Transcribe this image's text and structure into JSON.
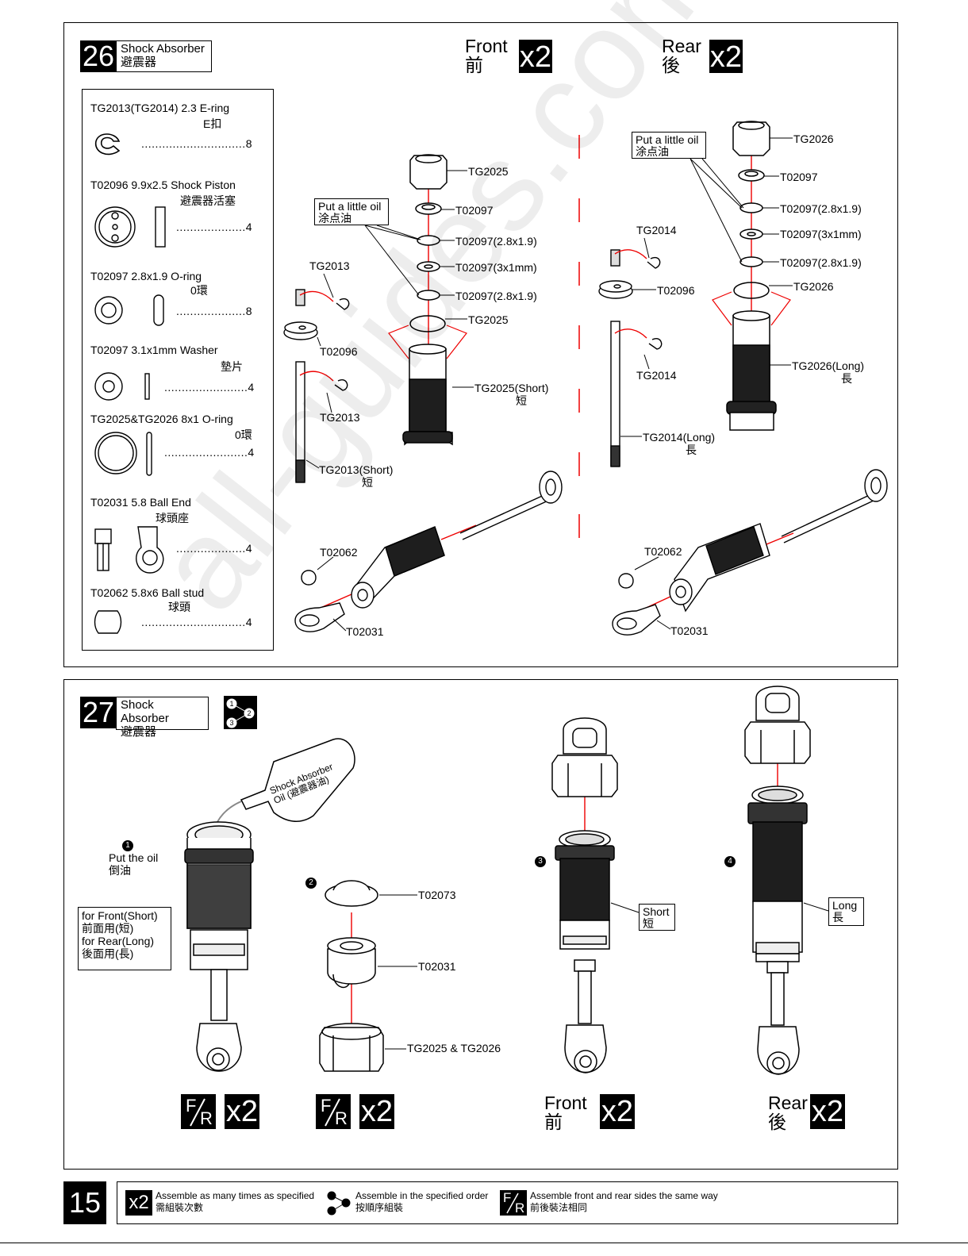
{
  "step26": {
    "number": "26",
    "title_en": "Shock Absorber",
    "title_cn": "避震器",
    "front_en": "Front",
    "front_cn": "前",
    "front_qty": "x2",
    "rear_en": "Rear",
    "rear_cn": "後",
    "rear_qty": "x2",
    "parts": [
      {
        "name": "TG2013(TG2014)  2.3 E-ring",
        "cn": "E扣",
        "dots": "..............................8"
      },
      {
        "name": "T02096  9.9x2.5 Shock Piston",
        "cn": "避震器活塞",
        "dots": "....................4"
      },
      {
        "name": "T02097  2.8x1.9 O-ring",
        "cn": "0環",
        "dots": "....................8"
      },
      {
        "name": "T02097  3.1x1mm  Washer",
        "cn": "墊片",
        "dots": "........................4"
      },
      {
        "name": "TG2025&TG2026  8x1 O-ring",
        "cn": "0環",
        "dots": "........................4"
      },
      {
        "name": "T02031  5.8 Ball End",
        "cn": "球頭座",
        "dots": "....................4"
      },
      {
        "name": "T02062  5.8x6 Ball stud",
        "cn": "球頭",
        "dots": "..............................4"
      }
    ],
    "front_labels": {
      "cap": "TG2025",
      "washer": "T02097",
      "oring1": "T02097(2.8x1.9)",
      "washer2": "T02097(3x1mm)",
      "oring2": "T02097(2.8x1.9)",
      "oring_big": "TG2025",
      "body": "TG2025(Short)",
      "body_cn": "短",
      "eclip_top": "TG2013",
      "piston": "T02096",
      "eclip_bottom": "TG2013",
      "shaft": "TG2013(Short)",
      "shaft_cn": "短",
      "oil_en": "Put a little oil",
      "oil_cn": "涂点油",
      "ballstud": "T02062",
      "ballend": "T02031"
    },
    "rear_labels": {
      "cap": "TG2026",
      "washer": "T02097",
      "oring1": "T02097(2.8x1.9)",
      "washer2": "T02097(3x1mm)",
      "oring2": "T02097(2.8x1.9)",
      "oring_big": "TG2026",
      "body": "TG2026(Long)",
      "body_cn": "長",
      "eclip_top": "TG2014",
      "piston": "T02096",
      "eclip_bottom": "TG2014",
      "shaft": "TG2014(Long)",
      "shaft_cn": "長",
      "oil_en": "Put a little oil",
      "oil_cn": "涂点油",
      "ballstud": "T02062",
      "ballend": "T02031"
    }
  },
  "step27": {
    "number": "27",
    "title_en": "Shock Absorber",
    "title_cn": "避震器",
    "bottle_en": "Shock Absorber",
    "bottle_cn": "Oil (避震器油)",
    "s1_en": "Put the oil",
    "s1_cn": "倒油",
    "note_front_en": "for Front(Short)",
    "note_front_cn": "前面用(短)",
    "note_rear_en": "for Rear(Long)",
    "note_rear_cn": "後面用(長)",
    "p_t02073": "T02073",
    "p_t02031": "T02031",
    "p_cap": "TG2025 & TG2026",
    "short_en": "Short",
    "short_cn": "短",
    "long_en": "Long",
    "long_cn": "長",
    "qty": "x2",
    "front_en": "Front",
    "front_cn": "前",
    "rear_en": "Rear",
    "rear_cn": "後",
    "fr_f": "F",
    "fr_r": "R",
    "order_nums": [
      "1",
      "2",
      "3"
    ],
    "step_markers": [
      "1",
      "2",
      "3",
      "4"
    ]
  },
  "footer": {
    "page": "15",
    "legend": [
      {
        "icon": "x2",
        "en": "Assemble as many times as specified",
        "cn": "需組裝次數"
      },
      {
        "icon": "order",
        "en": "Assemble in the specified order",
        "cn": "按順序組裝"
      },
      {
        "icon": "FR",
        "en": "Assemble front and rear sides the same way",
        "cn": "前後裝法相同"
      }
    ]
  },
  "watermark": "all-guides.com"
}
